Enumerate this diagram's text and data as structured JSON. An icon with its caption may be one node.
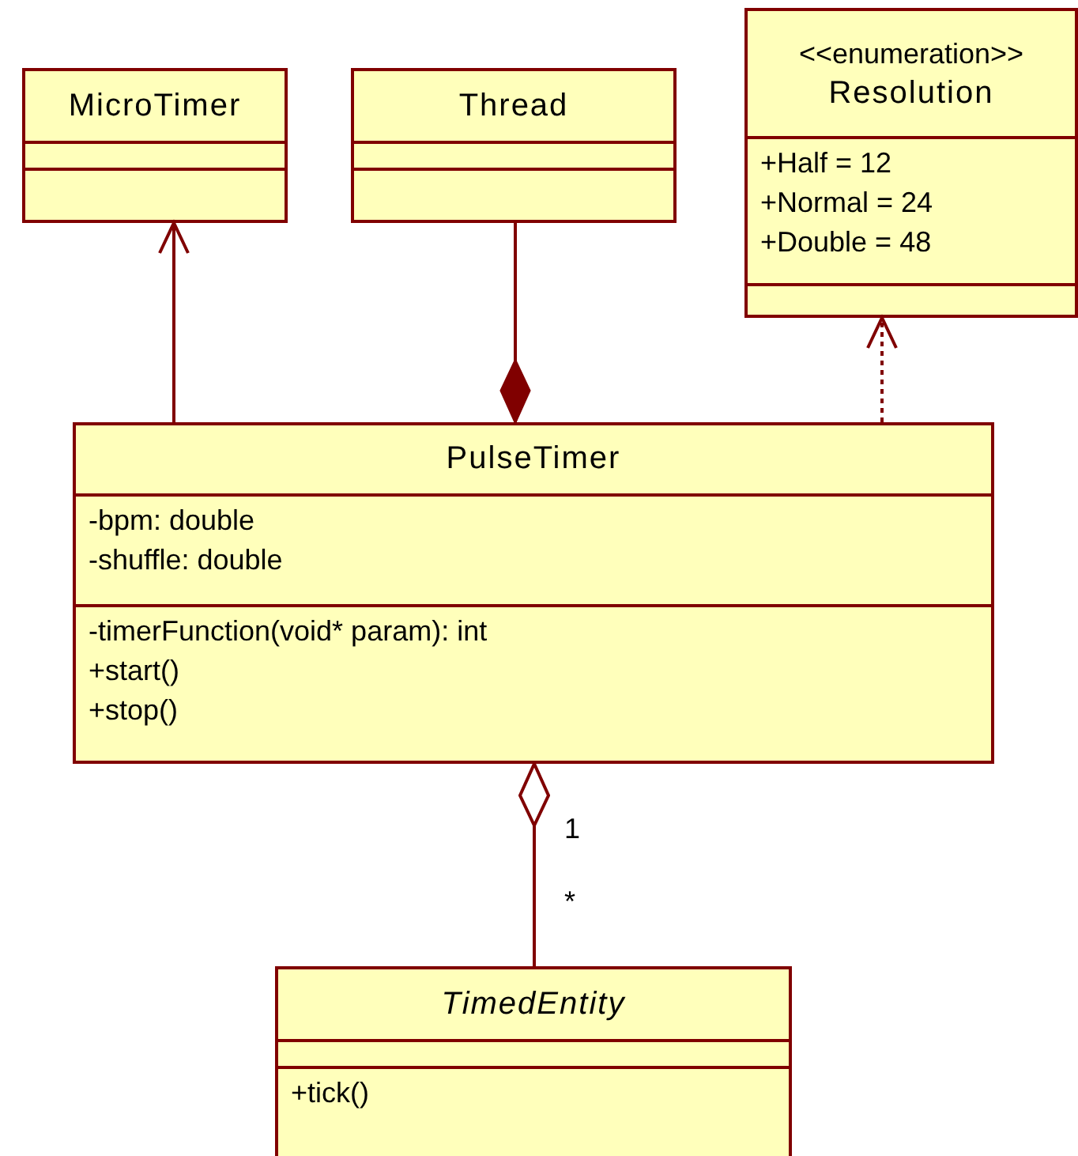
{
  "diagram": {
    "nodes": [
      {
        "text": [
          "MicroTimer"
        ]
      },
      {
        "text": [
          "Thread"
        ]
      },
      {
        "text": [
          "<<enumeration>>",
          "Resolution",
          "+Half = 12",
          "+Normal = 24",
          "+Double = 48"
        ]
      },
      {
        "text": [
          "PulseTimer",
          "-bpm: double",
          "-shuffle: double",
          "-timerFunction(void* param): int",
          "+start()",
          "+stop()"
        ]
      },
      {
        "text": [
          "TimedEntity",
          "+tick()"
        ]
      }
    ],
    "edges": [
      {
        "from": 3,
        "to": 0,
        "arrow": "to"
      },
      {
        "from": 1,
        "to": 3,
        "arrow": "other"
      },
      {
        "from": 3,
        "to": 2,
        "arrow": "to",
        "style": "dashed"
      },
      {
        "from": 3,
        "to": 4,
        "arrow": "other"
      }
    ],
    "labels": [
      "1",
      "*"
    ]
  }
}
